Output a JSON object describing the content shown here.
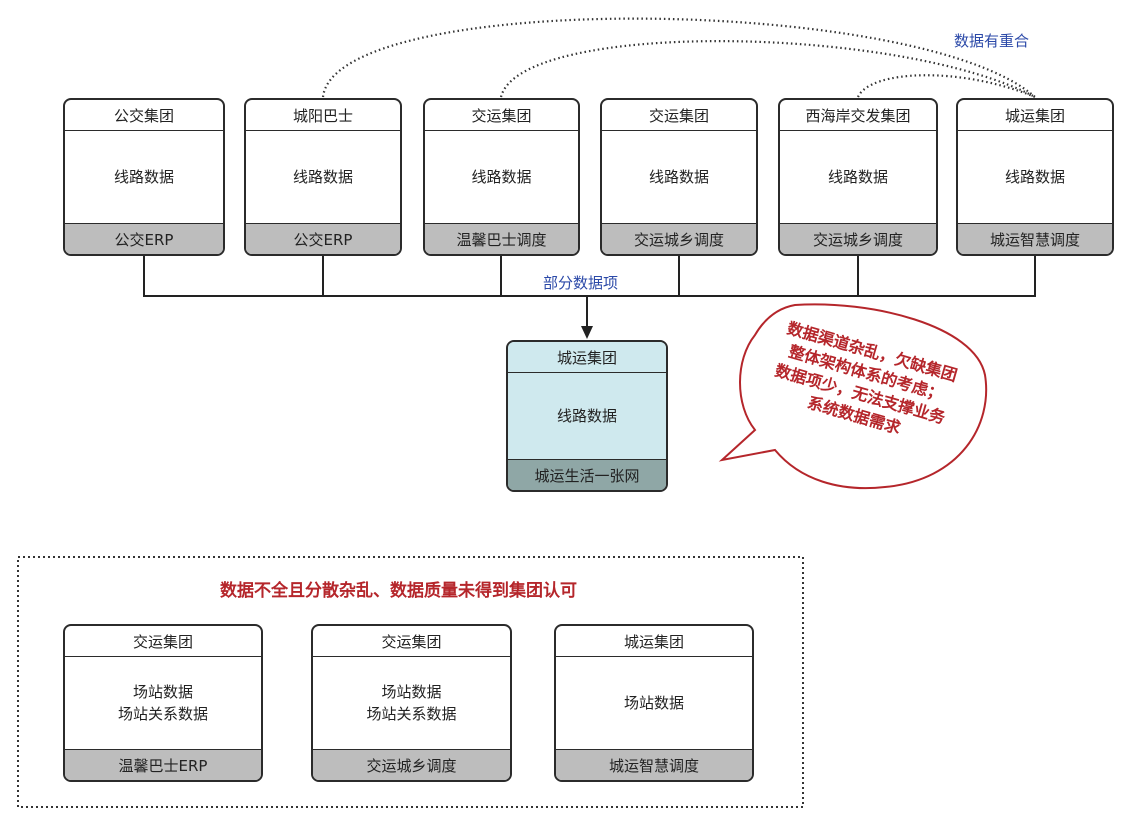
{
  "overlap_label": "数据有重合",
  "partial_label": "部分数据项",
  "top_nodes": [
    {
      "header": "公交集团",
      "body": "线路数据",
      "footer": "公交ERP"
    },
    {
      "header": "城阳巴士",
      "body": "线路数据",
      "footer": "公交ERP"
    },
    {
      "header": "交运集团",
      "body": "线路数据",
      "footer": "温馨巴士调度"
    },
    {
      "header": "交运集团",
      "body": "线路数据",
      "footer": "交运城乡调度"
    },
    {
      "header": "西海岸交发集团",
      "body": "线路数据",
      "footer": "交运城乡调度"
    },
    {
      "header": "城运集团",
      "body": "线路数据",
      "footer": "城运智慧调度"
    }
  ],
  "center_node": {
    "header": "城运集团",
    "body": "线路数据",
    "footer": "城运生活一张网"
  },
  "speech_bubble": {
    "lines": [
      "数据渠道杂乱，欠缺集团",
      "整体架构体系的考虑；",
      "数据项少，无法支撑业务",
      "系统数据需求"
    ]
  },
  "bottom_group": {
    "title": "数据不全且分散杂乱、数据质量未得到集团认可",
    "nodes": [
      {
        "header": "交运集团",
        "body_lines": [
          "场站数据",
          "场站关系数据"
        ],
        "footer": "温馨巴士ERP"
      },
      {
        "header": "交运集团",
        "body_lines": [
          "场站数据",
          "场站关系数据"
        ],
        "footer": "交运城乡调度"
      },
      {
        "header": "城运集团",
        "body_lines": [
          "场站数据"
        ],
        "footer": "城运智慧调度"
      }
    ]
  },
  "colors": {
    "blue_label": "#2b49a8",
    "red_text": "#b5262b",
    "center_fill": "#cfe9ee",
    "footer_fill": "#bdbdbd",
    "center_footer_fill": "#8fa7a6"
  }
}
